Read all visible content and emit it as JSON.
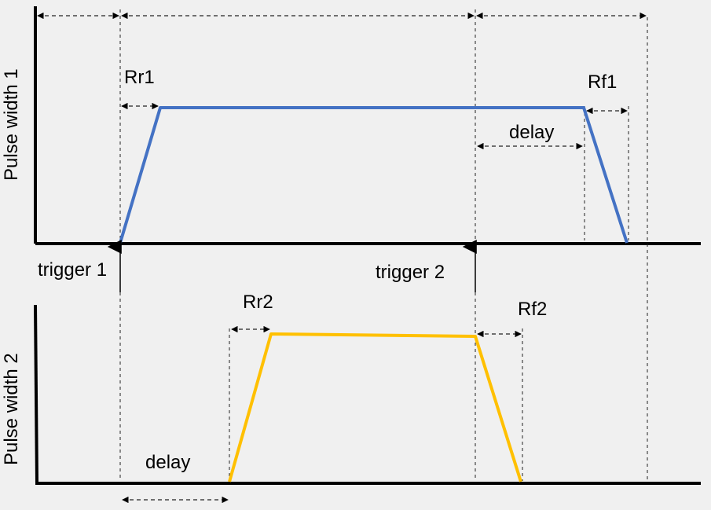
{
  "labels": {
    "ylabel_top": "Pulse width 1",
    "ylabel_bottom": "Pulse width 2",
    "trigger1": "trigger 1",
    "trigger2": "trigger 2",
    "rr1": "Rr1",
    "rf1": "Rf1",
    "delay_top": "delay",
    "rr2": "Rr2",
    "rf2": "Rf2",
    "delay_bottom": "delay"
  },
  "colors": {
    "pulse1": "#4472c4",
    "pulse2": "#ffc000",
    "axis": "#000000",
    "background": "#f0f0f0"
  }
}
